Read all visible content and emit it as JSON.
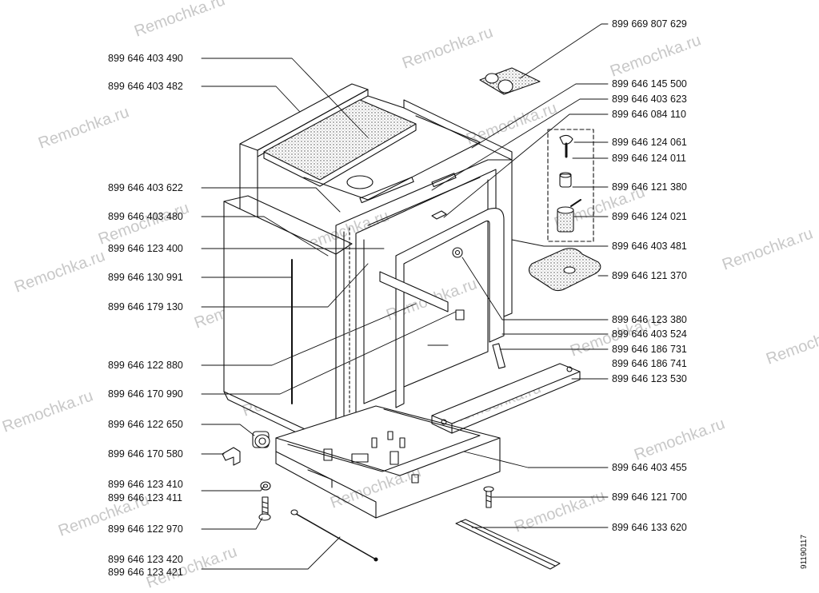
{
  "watermark": "Remochka.ru",
  "drawing_number": "91190117",
  "left_labels": [
    "899 646 403 490",
    "899 646 403 482",
    "899 646 403 622",
    "899 646 403 480",
    "899 646 123 400",
    "899 646 130 991",
    "899 646 179 130",
    "899 646 122 880",
    "899 646 170 990",
    "899 646 122 650",
    "899 646 170 580",
    "899 646 123 410",
    "899 646 123 411",
    "899 646 122 970",
    "899 646 123 420",
    "899 646 123 421"
  ],
  "right_labels": [
    "899 669 807 629",
    "899 646 145 500",
    "899 646 403 623",
    "899 646 084 110",
    "899 646 124 061",
    "899 646 124 011",
    "899 646 121 380",
    "899 646 124 021",
    "899 646 403 481",
    "899 646 121 370",
    "899 646 123 380",
    "899 646 403 524",
    "899 646 186 731",
    "899 646 186 741",
    "899 646 123 530",
    "899 646 403 455",
    "899 646 121 700",
    "899 646 133 620"
  ],
  "colors": {
    "line": "#111111",
    "watermark": "#c8c8c8",
    "hatch": "#555555"
  }
}
